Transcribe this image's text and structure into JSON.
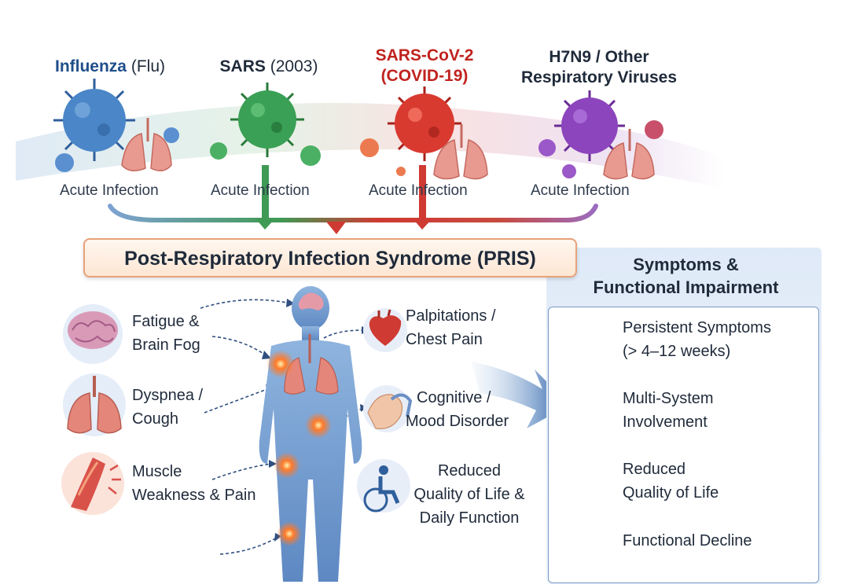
{
  "viruses": [
    {
      "name": "Influenza",
      "sub": " (Flu)",
      "color": "#1f4f8a",
      "stage": "Acute Infection"
    },
    {
      "name": "SARS",
      "sub": " (2003)",
      "color": "#1f2a3a",
      "stage": "Acute Infection"
    },
    {
      "name": "SARS-CoV-2",
      "line2": "(COVID-19)",
      "color": "#c0231f",
      "stage": "Acute Infection"
    },
    {
      "name": "H7N9 / Other",
      "line2": "Respiratory Viruses",
      "color": "#1f2a3a",
      "stage": "Acute Infection"
    }
  ],
  "syndrome": {
    "title": "Post-Respiratory Infection Syndrome (PRIS)"
  },
  "left_symptoms": [
    {
      "line1": "Fatigue &",
      "line2": "Brain Fog",
      "icon": "brain-icon"
    },
    {
      "line1": "Dyspnea /",
      "line2": "Cough",
      "icon": "lungs-icon"
    },
    {
      "line1": "Muscle",
      "line2": "Weakness & Pain",
      "icon": "muscle-icon"
    }
  ],
  "mid_symptoms": [
    {
      "line1": "Palpitations /",
      "line2": "Chest Pain",
      "icon": "heart-icon"
    },
    {
      "line1": "Cognitive /",
      "line2": "Mood Disorder",
      "icon": "hands-icon"
    },
    {
      "line1": "Reduced",
      "line2": "Quality of Life &",
      "line3": "Daily Function",
      "icon": "wheelchair-icon"
    }
  ],
  "panel": {
    "title_line1": "Symptoms &",
    "title_line2": "Functional Impairment",
    "items": [
      {
        "line1": "Persistent Symptoms",
        "line2": "(> 4–12 weeks)",
        "icon": "virus-icon"
      },
      {
        "line1": "Multi-System",
        "line2": "Involvement",
        "icon": "body-icon"
      },
      {
        "line1": "Reduced",
        "line2": "Quality of Life",
        "icon": "distressed-person-icon"
      },
      {
        "line1": "Functional Decline",
        "icon": "elderly-cane-icon"
      }
    ]
  },
  "colors": {
    "flu": "#3f7fc4",
    "sars": "#2e9a4a",
    "covid": "#d63a2f",
    "h7n9": "#8a43b8",
    "body": "#6f9bd0"
  }
}
